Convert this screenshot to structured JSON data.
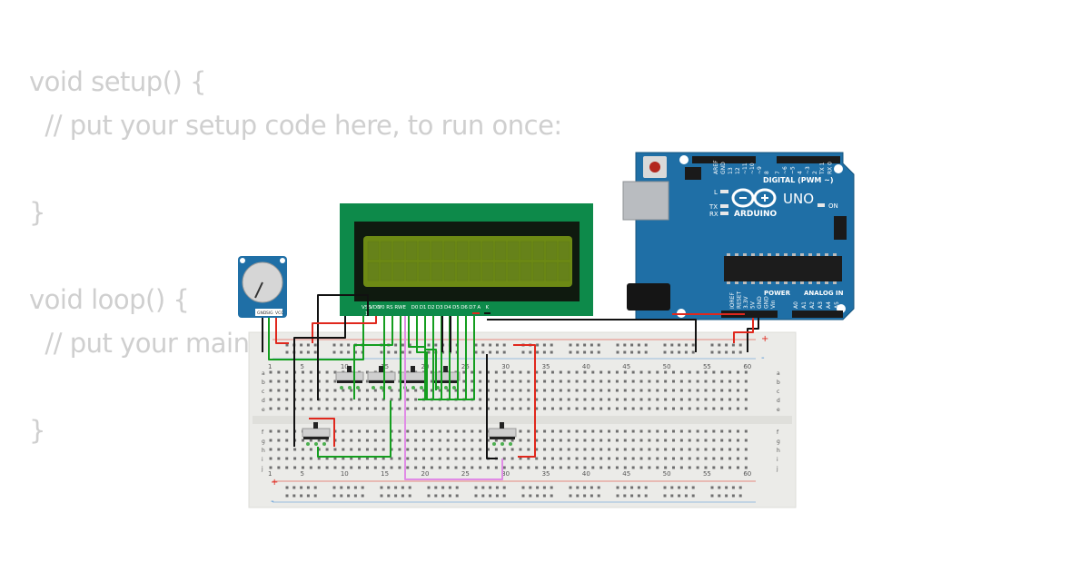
{
  "editor": {
    "code_lines": [
      "void setup() {",
      "  // put your setup code here, to run once:",
      "",
      "}",
      "",
      "void loop() {",
      "  // put your main code here, to run repeatedly:",
      "",
      "}"
    ]
  },
  "arduino": {
    "brand": "ARDUINO",
    "model": "UNO",
    "digital_label": "DIGITAL (PWM ~)",
    "on_label": "ON",
    "power_label": "POWER",
    "analog_label": "ANALOG IN",
    "led_l": "L",
    "led_tx": "TX",
    "led_rx": "RX",
    "top_pins": [
      "AREF",
      "GND",
      "13",
      "12",
      "~11",
      "~10",
      "~9",
      "8",
      "7",
      "~6",
      "~5",
      "4",
      "~3",
      "2",
      "TX 1",
      "RX 0"
    ],
    "power_pins": [
      "IOREF",
      "RESET",
      "3.3V",
      "5V",
      "GND",
      "GND",
      "Vin"
    ],
    "analog_pins": [
      "A0",
      "A1",
      "A2",
      "A3",
      "A4",
      "A5"
    ]
  },
  "lcd": {
    "pins": [
      "VSS",
      "VDD",
      "V0",
      "RS",
      "RW",
      "E",
      "D0",
      "D1",
      "D2",
      "D3",
      "D4",
      "D5",
      "D6",
      "D7",
      "A",
      "K"
    ],
    "pin1": "1"
  },
  "pot": {
    "pins": [
      "GND",
      "SIG",
      "VCC"
    ]
  },
  "breadboard": {
    "column_numbers": [
      "1",
      "5",
      "10",
      "15",
      "20",
      "25",
      "30",
      "35",
      "40",
      "45",
      "50",
      "55",
      "60"
    ],
    "rows_top": [
      "a",
      "b",
      "c",
      "d",
      "e"
    ],
    "rows_bottom": [
      "f",
      "g",
      "h",
      "i",
      "j"
    ],
    "plus": "+",
    "minus": "-"
  },
  "colors": {
    "board_blue": "#1f6fa6",
    "lcd_green": "#0d8a4a",
    "lcd_screen": "#6d8a14",
    "wire_red": "#e0281d",
    "wire_black": "#111111",
    "wire_green": "#149e1f",
    "wire_violet": "#e08ce6",
    "code_text": "#cfcfcf"
  }
}
